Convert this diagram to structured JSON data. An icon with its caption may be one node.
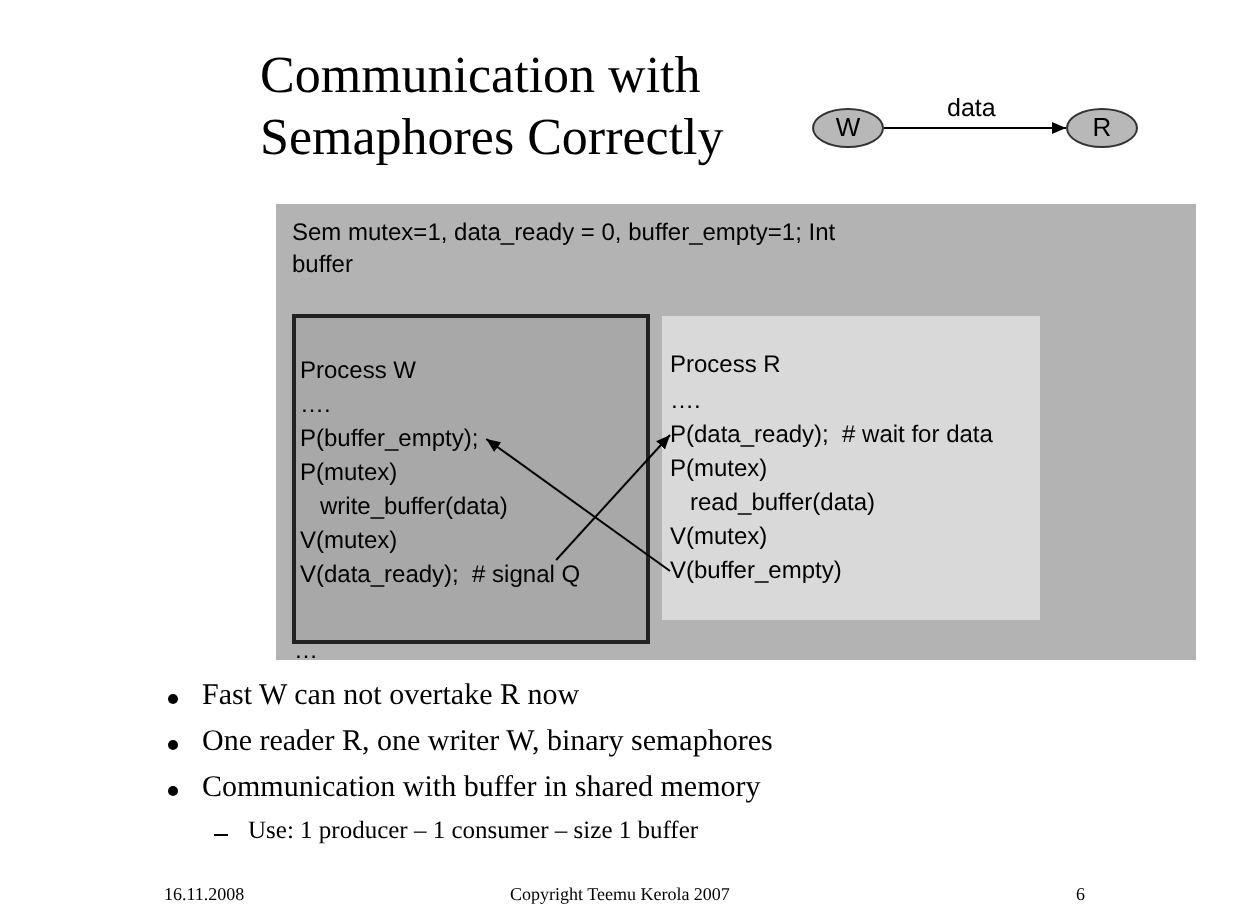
{
  "diagram": {
    "title": "Communication with Semaphores Correctly",
    "nodes": [
      {
        "text": [
          "Sem mutex=1, data_ready = 0, buffer_empty=1; Int buffer"
        ]
      },
      {
        "text": [
          "Process W"
        ],
        "in": 0
      },
      {
        "text": [
          "…."
        ],
        "in": 1
      },
      {
        "text": [
          "P(buffer_empty);"
        ],
        "in": 1
      },
      {
        "text": [
          "P(mutex)"
        ],
        "in": 1
      },
      {
        "text": [
          "write_buffer(data)"
        ],
        "in": 1
      },
      {
        "text": [
          "V(mutex)"
        ],
        "in": 1
      },
      {
        "text": [
          "V(data_ready);  # signal Q"
        ],
        "in": 1
      },
      {
        "text": [
          "Process R"
        ],
        "in": 0
      },
      {
        "text": [
          "…."
        ],
        "in": 8
      },
      {
        "text": [
          "P(data_ready);  # wait for data"
        ],
        "in": 8
      },
      {
        "text": [
          "P(mutex)"
        ],
        "in": 8
      },
      {
        "text": [
          "read_buffer(data)"
        ],
        "in": 8
      },
      {
        "text": [
          "V(mutex)"
        ],
        "in": 8
      },
      {
        "text": [
          "V(buffer_empty)"
        ],
        "in": 8
      },
      {
        "text": [
          "W"
        ]
      },
      {
        "text": [
          "R"
        ]
      }
    ],
    "edges": [
      {
        "from": 15,
        "to": 16,
        "arrow": "to",
        "label": "data"
      },
      {
        "from": 7,
        "to": 10,
        "arrow": "to"
      },
      {
        "from": 14,
        "to": 3,
        "arrow": "to"
      }
    ],
    "labels": [
      "…",
      "Fast W can not overtake R now",
      "One reader R, one writer W, binary semaphores",
      "Communication with buffer in shared memory",
      "Use: 1 producer – 1 consumer – size 1 buffer",
      "16.11.2008",
      "Copyright Teemu Kerola 2007",
      "6"
    ]
  }
}
